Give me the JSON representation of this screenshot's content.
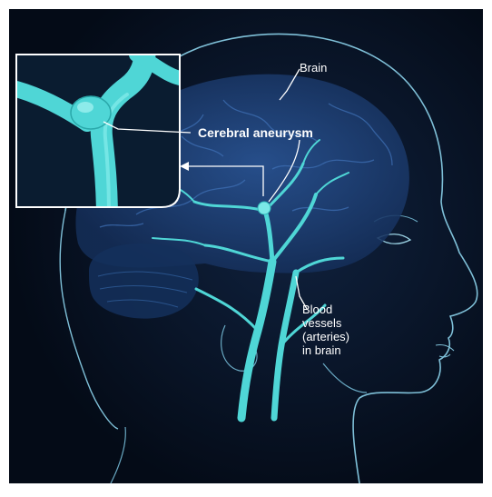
{
  "labels": {
    "brain": "Brain",
    "aneurysm": "Cerebral aneurysm",
    "vessels": [
      "Blood",
      "vessels",
      "(arteries)",
      "in brain"
    ]
  },
  "colors": {
    "background": "#061120",
    "outline": "#7fc0d8",
    "brain": "#1b3d73",
    "vessel": "#4fd6d6",
    "vessel_light": "#8ff0ee",
    "inset_bg": "#0a1c30",
    "label": "#ffffff"
  }
}
